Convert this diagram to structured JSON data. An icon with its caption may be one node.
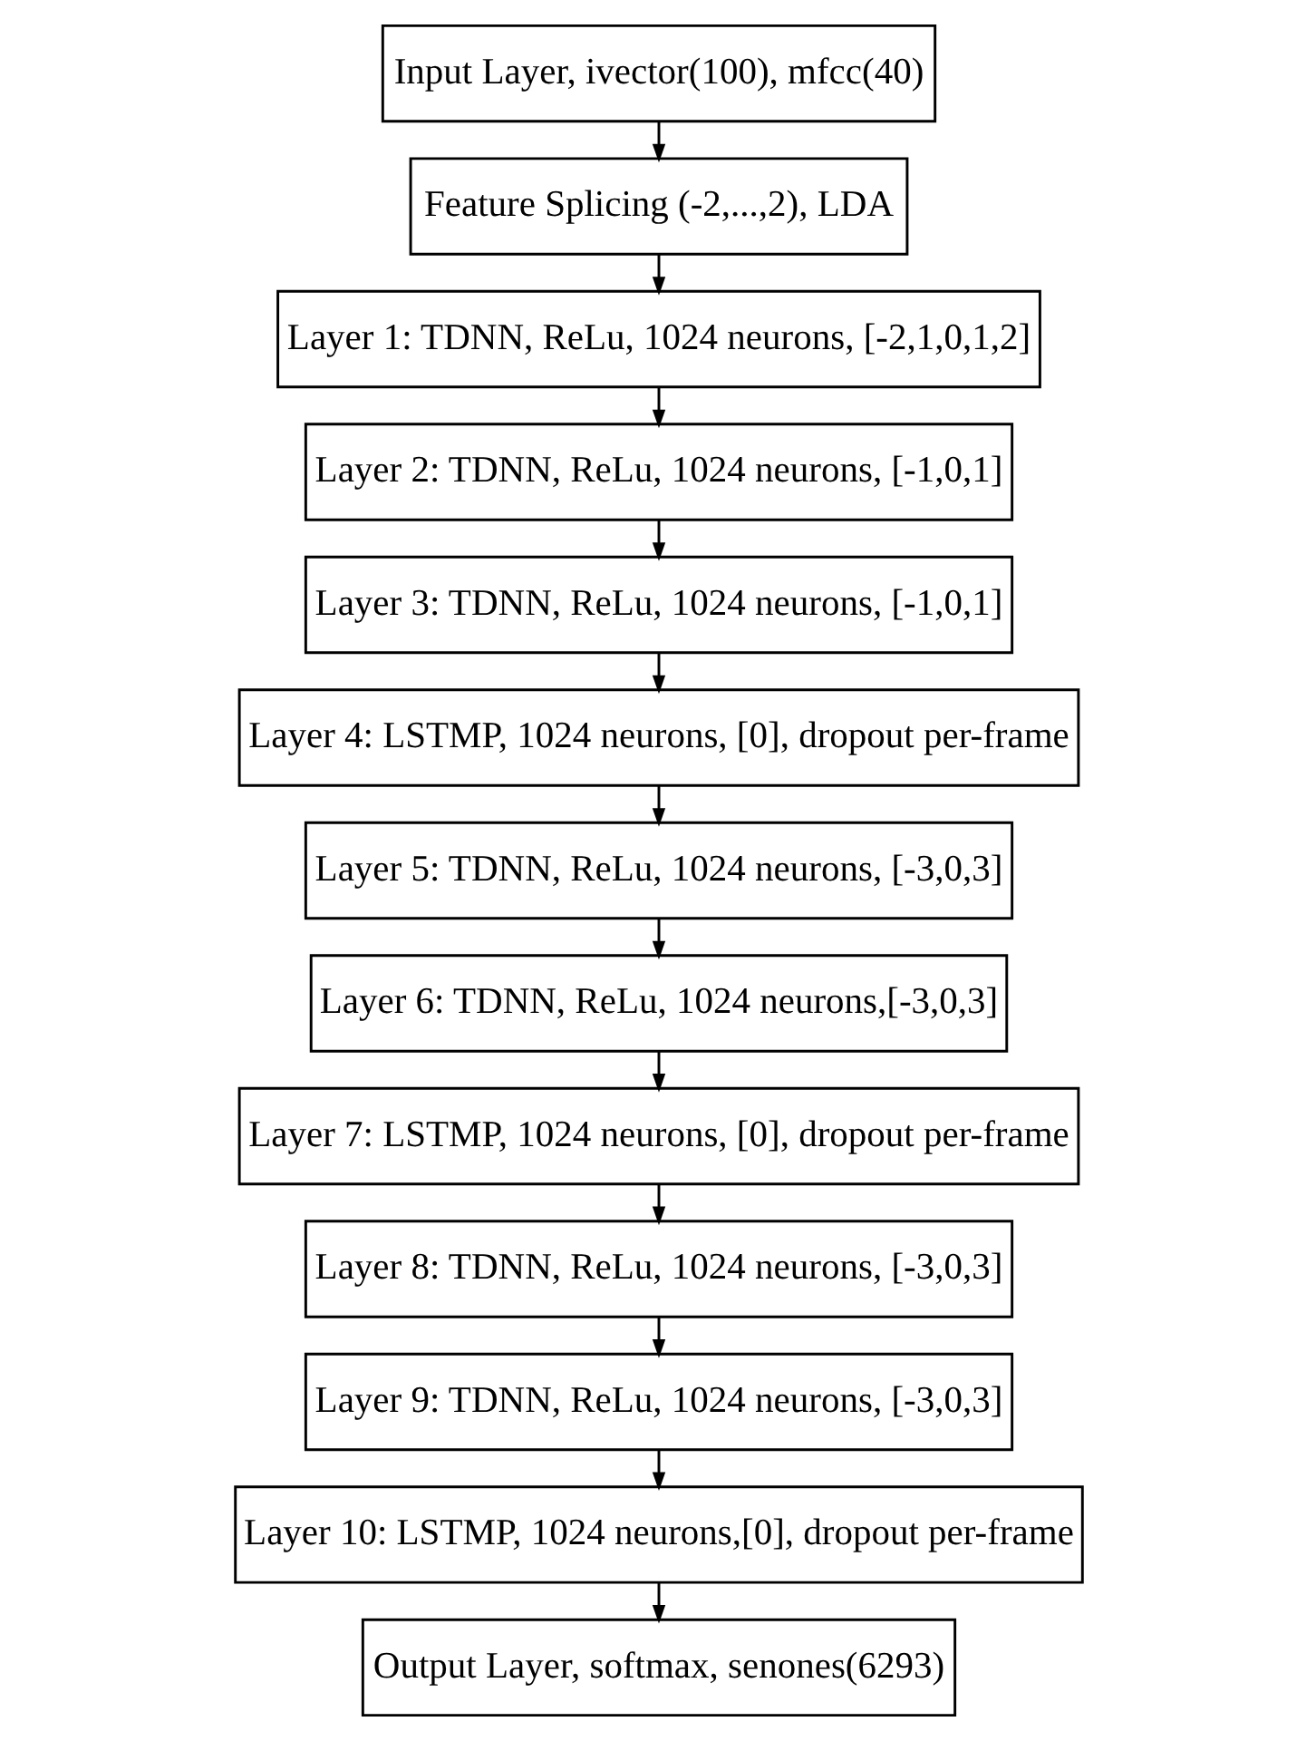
{
  "diagram": {
    "nodes": [
      {
        "text": [
          "Input Layer, ivector(100), mfcc(40)"
        ]
      },
      {
        "text": [
          "Feature Splicing (-2,...,2), LDA"
        ]
      },
      {
        "text": [
          "Layer 1: TDNN, ReLu, 1024 neurons, [-2,1,0,1,2]"
        ]
      },
      {
        "text": [
          "Layer 2: TDNN, ReLu, 1024 neurons, [-1,0,1]"
        ]
      },
      {
        "text": [
          "Layer 3: TDNN, ReLu, 1024 neurons, [-1,0,1]"
        ]
      },
      {
        "text": [
          "Layer 4: LSTMP, 1024 neurons, [0], dropout per-frame"
        ]
      },
      {
        "text": [
          "Layer 5: TDNN, ReLu, 1024 neurons, [-3,0,3]"
        ]
      },
      {
        "text": [
          "Layer 6: TDNN, ReLu, 1024 neurons,[-3,0,3]"
        ]
      },
      {
        "text": [
          "Layer 7: LSTMP, 1024 neurons, [0], dropout per-frame"
        ]
      },
      {
        "text": [
          "Layer 8: TDNN, ReLu, 1024 neurons, [-3,0,3]"
        ]
      },
      {
        "text": [
          "Layer 9: TDNN, ReLu, 1024 neurons, [-3,0,3]"
        ]
      },
      {
        "text": [
          "Layer 10: LSTMP, 1024 neurons,[0], dropout per-frame"
        ]
      },
      {
        "text": [
          "Output Layer, softmax, senones(6293)"
        ]
      }
    ],
    "edges": [
      {
        "from": 0,
        "to": 1,
        "arrow": "to"
      },
      {
        "from": 1,
        "to": 2,
        "arrow": "to"
      },
      {
        "from": 2,
        "to": 3,
        "arrow": "to"
      },
      {
        "from": 3,
        "to": 4,
        "arrow": "to"
      },
      {
        "from": 4,
        "to": 5,
        "arrow": "to"
      },
      {
        "from": 5,
        "to": 6,
        "arrow": "to"
      },
      {
        "from": 6,
        "to": 7,
        "arrow": "to"
      },
      {
        "from": 7,
        "to": 8,
        "arrow": "to"
      },
      {
        "from": 8,
        "to": 9,
        "arrow": "to"
      },
      {
        "from": 9,
        "to": 10,
        "arrow": "to"
      },
      {
        "from": 10,
        "to": 11,
        "arrow": "to"
      },
      {
        "from": 11,
        "to": 12,
        "arrow": "to"
      }
    ]
  }
}
